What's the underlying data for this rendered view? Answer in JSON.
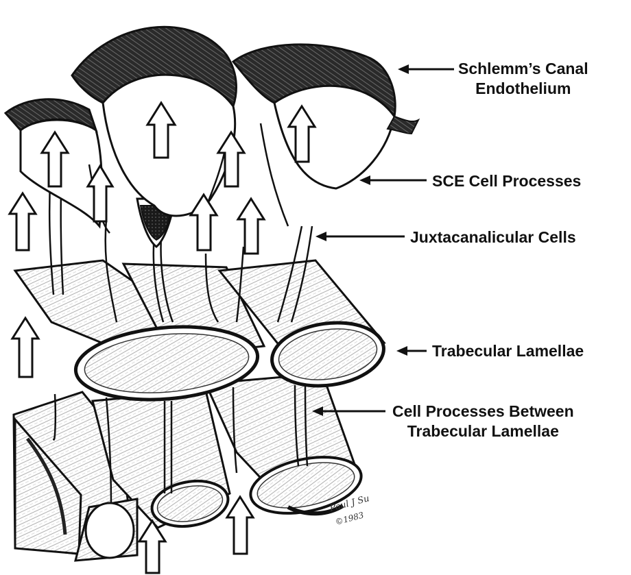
{
  "labels": {
    "schlemm": {
      "line1": "Schlemm’s Canal",
      "line2": "Endothelium"
    },
    "sce_processes": "SCE Cell Processes",
    "juxtacanalicular": "Juxtacanalicular Cells",
    "trabecular_lamellae": "Trabecular Lamellae",
    "cell_processes_between": {
      "line1": "Cell Processes Between",
      "line2": "Trabecular Lamellae"
    }
  },
  "signature": {
    "name": "Paul J Su",
    "year": "©1983"
  },
  "colors": {
    "ink": "#111111",
    "fill": "#ffffff",
    "tone": "#e8e8e8"
  }
}
